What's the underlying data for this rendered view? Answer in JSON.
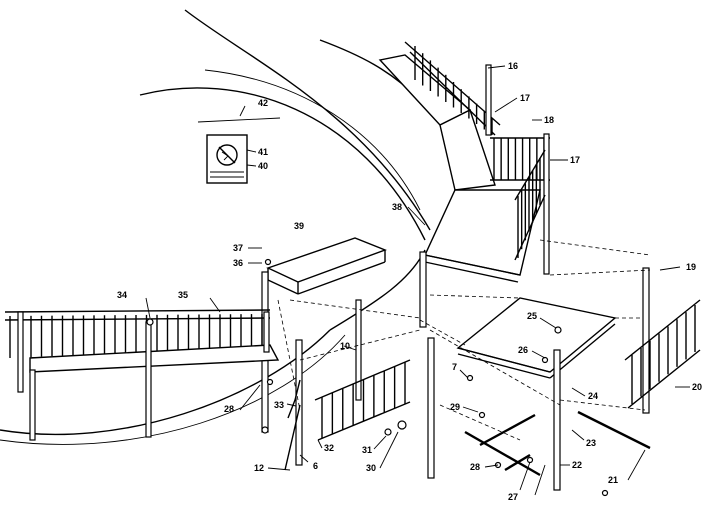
{
  "callouts": [
    {
      "id": "c16",
      "text": "16"
    },
    {
      "id": "c17a",
      "text": "17"
    },
    {
      "id": "c18",
      "text": "18"
    },
    {
      "id": "c17b",
      "text": "17"
    },
    {
      "id": "c42",
      "text": "42"
    },
    {
      "id": "c41",
      "text": "41"
    },
    {
      "id": "c40",
      "text": "40"
    },
    {
      "id": "c39",
      "text": "39"
    },
    {
      "id": "c38",
      "text": "38"
    },
    {
      "id": "c37",
      "text": "37"
    },
    {
      "id": "c36",
      "text": "36"
    },
    {
      "id": "c35",
      "text": "35"
    },
    {
      "id": "c34",
      "text": "34"
    },
    {
      "id": "c19",
      "text": "19"
    },
    {
      "id": "c20",
      "text": "20"
    },
    {
      "id": "c25",
      "text": "25"
    },
    {
      "id": "c26",
      "text": "26"
    },
    {
      "id": "c24",
      "text": "24"
    },
    {
      "id": "c23",
      "text": "23"
    },
    {
      "id": "c22",
      "text": "22"
    },
    {
      "id": "c21",
      "text": "21"
    },
    {
      "id": "c27",
      "text": "27"
    },
    {
      "id": "c28",
      "text": "28"
    },
    {
      "id": "c29",
      "text": "29"
    },
    {
      "id": "c7",
      "text": "7"
    },
    {
      "id": "c10",
      "text": "10"
    },
    {
      "id": "c30",
      "text": "30"
    },
    {
      "id": "c31",
      "text": "31"
    },
    {
      "id": "c32",
      "text": "32"
    },
    {
      "id": "c33",
      "text": "33"
    },
    {
      "id": "c6",
      "text": "6"
    },
    {
      "id": "c12",
      "text": "12"
    },
    {
      "id": "c28b",
      "text": "28"
    }
  ],
  "colors": {
    "ink": "#000000",
    "paper": "#ffffff"
  },
  "icons": {
    "sign": "no-diving-sign-icon"
  }
}
